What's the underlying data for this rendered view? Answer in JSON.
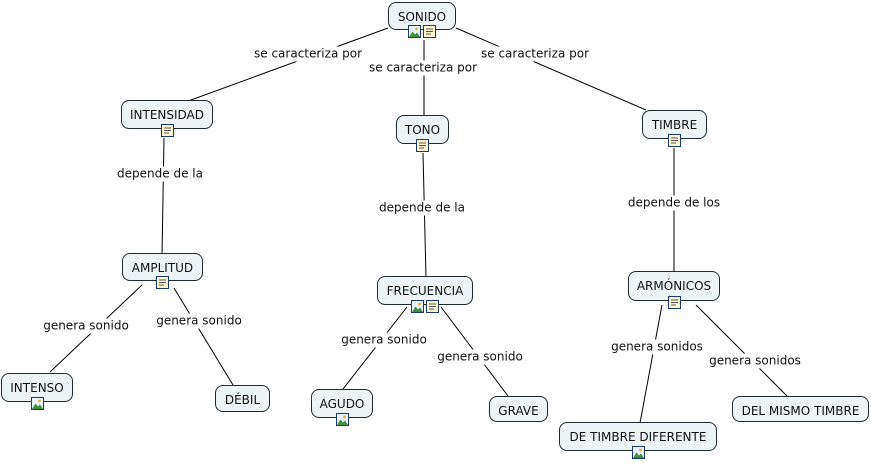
{
  "nodes": {
    "sonido": {
      "label": "SONIDO",
      "icons": [
        "image-icon",
        "note-icon"
      ]
    },
    "intensidad": {
      "label": "INTENSIDAD",
      "icons": [
        "note-icon"
      ]
    },
    "tono": {
      "label": "TONO",
      "icons": [
        "note-icon"
      ]
    },
    "timbre": {
      "label": "TIMBRE",
      "icons": [
        "note-icon"
      ]
    },
    "amplitud": {
      "label": "AMPLITUD",
      "icons": [
        "note-icon"
      ]
    },
    "frecuencia": {
      "label": "FRECUENCIA",
      "icons": [
        "image-icon",
        "note-icon"
      ]
    },
    "armonicos": {
      "label": "ARMÓNICOS",
      "icons": [
        "note-icon"
      ]
    },
    "intenso": {
      "label": "INTENSO",
      "icons": [
        "image-icon"
      ]
    },
    "debil": {
      "label": "DÉBIL",
      "icons": []
    },
    "agudo": {
      "label": "AGUDO",
      "icons": [
        "image-icon"
      ]
    },
    "grave": {
      "label": "GRAVE",
      "icons": []
    },
    "timbre_diferente": {
      "label": "DE TIMBRE DIFERENTE",
      "icons": [
        "image-icon"
      ]
    },
    "mismo_timbre": {
      "label": "DEL MISMO TIMBRE",
      "icons": []
    }
  },
  "links": {
    "caracteriza_1": "se caracteriza por",
    "caracteriza_2": "se caracteriza por",
    "caracteriza_3": "se caracteriza por",
    "depende_amplitud": "depende de la",
    "depende_frecuencia": "depende de la",
    "depende_armonicos": "depende de los",
    "genera_intenso": "genera sonido",
    "genera_debil": "genera sonido",
    "genera_agudo": "genera sonido",
    "genera_grave": "genera sonido",
    "genera_diferente": "genera sonidos",
    "genera_mismo": "genera sonidos"
  },
  "colors": {
    "node_fill": "#eef3f5",
    "node_border": "#1e2a2e",
    "edge": "#000000",
    "icon_border": "#1b3b6f"
  }
}
